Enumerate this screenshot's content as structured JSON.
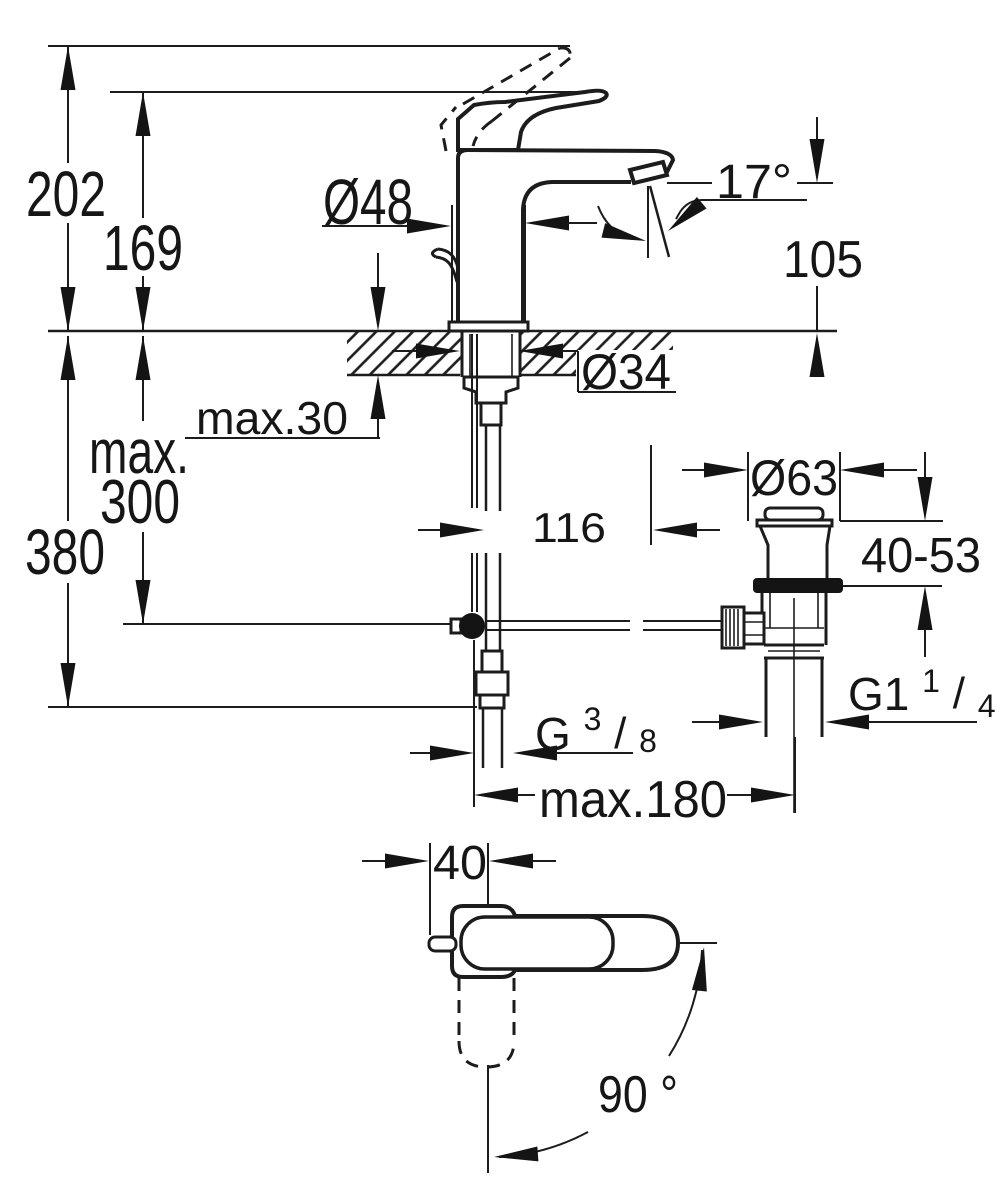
{
  "drawing": {
    "kind": "technical-dimension-drawing",
    "subject": "single-lever basin mixer faucet with pop-up waste, side elevation and handle plan view",
    "background_color": "#ffffff",
    "line_color": "#1c1c1c"
  },
  "dimensions": {
    "overall_height": "202",
    "height_to_lever": "169",
    "below_deck_depth": "380",
    "max_hose_depth_line1": "max.",
    "max_hose_depth_line2": "300",
    "max_deck_thickness": "max.30",
    "body_diameter": "Ø48",
    "spout_angle": "17°",
    "spout_outlet_height": "105",
    "hole_diameter": "Ø34",
    "waste_flange_diameter": "Ø63",
    "rod_offset": "116",
    "waste_deck_range": "40-53",
    "waste_thread": {
      "prefix": "G1",
      "sup": "1",
      "slash": "/",
      "sub": "4"
    },
    "supply_thread": {
      "prefix": "G",
      "sup": "3",
      "slash": "/",
      "sub": "8"
    },
    "max_reach": "max.180",
    "handle_offset": "40",
    "handle_swivel_angle": "90 °"
  }
}
